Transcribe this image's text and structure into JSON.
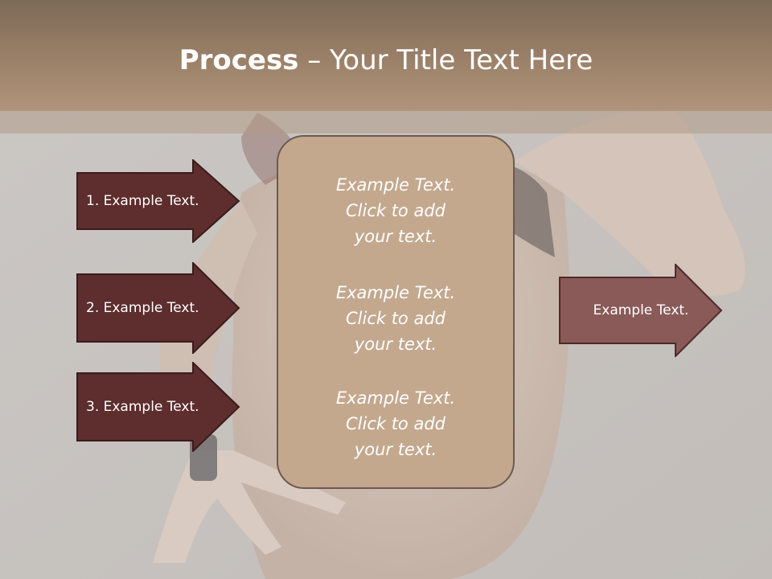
{
  "slide": {
    "title_bold": "Process",
    "title_rest": " – Your Title Text Here"
  },
  "left_arrows": [
    {
      "label": "1. Example Text."
    },
    {
      "label": "2. Example Text."
    },
    {
      "label": "3. Example Text."
    }
  ],
  "center_box": {
    "blocks": [
      {
        "line1": "Example Text.",
        "line2": "Click  to add",
        "line3": "your text."
      },
      {
        "line1": "Example Text.",
        "line2": "Click  to add",
        "line3": "your text."
      },
      {
        "line1": "Example Text.",
        "line2": "Click  to add",
        "line3": "your text."
      }
    ]
  },
  "right_arrow": {
    "label": "Example Text."
  },
  "colors": {
    "title_bar": "#9c8169",
    "left_arrow_fill": "#5e2d2e",
    "right_arrow_fill": "#8a5a58",
    "center_box_fill": "#c3a88e",
    "text": "#ffffff"
  },
  "background_image": {
    "subject": "dancer-photo"
  }
}
